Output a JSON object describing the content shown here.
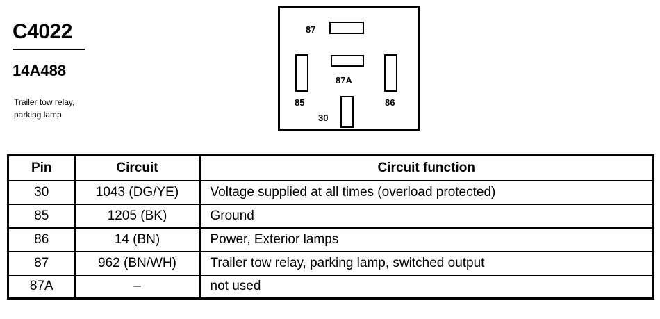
{
  "header": {
    "connector_id": "C4022",
    "part_number": "14A488",
    "description_lines": [
      "Trailer tow relay,",
      "parking lamp"
    ]
  },
  "connector_face": {
    "pin_labels": [
      "87",
      "87A",
      "85",
      "86",
      "30"
    ]
  },
  "pin_table": {
    "columns": [
      "Pin",
      "Circuit",
      "Circuit function"
    ],
    "rows": [
      {
        "pin": "30",
        "circuit": "1043 (DG/YE)",
        "function": "Voltage supplied at all times (overload protected)"
      },
      {
        "pin": "85",
        "circuit": "1205 (BK)",
        "function": "Ground"
      },
      {
        "pin": "86",
        "circuit": "14 (BN)",
        "function": "Power, Exterior lamps"
      },
      {
        "pin": "87",
        "circuit": "962 (BN/WH)",
        "function": "Trailer tow relay, parking lamp, switched output"
      },
      {
        "pin": "87A",
        "circuit": "–",
        "function": "not used"
      }
    ]
  }
}
